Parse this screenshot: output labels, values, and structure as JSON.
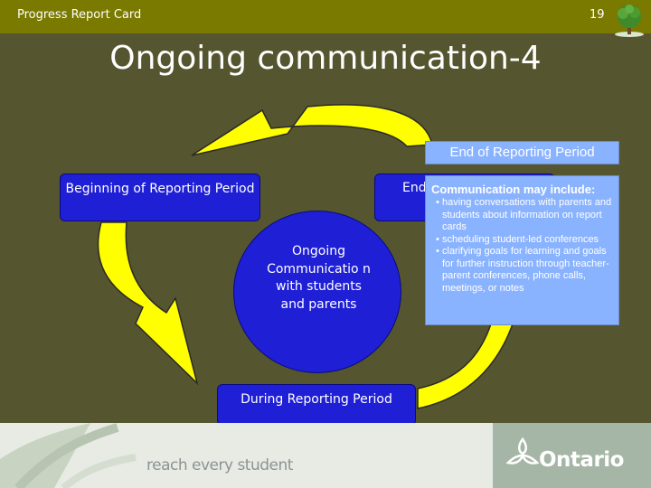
{
  "header": {
    "title": "Progress Report Card",
    "page_number": "19"
  },
  "slide": {
    "title": "Ongoing communication-4"
  },
  "cycle": {
    "begin_label": "Beginning of Reporting Period",
    "end_label": "End",
    "during_label": "During Reporting Period",
    "center_label": "Ongoing Communicatio n with students and parents"
  },
  "info_panel": {
    "header": "End of Reporting Period",
    "heading": "Communication may include:",
    "bullets": [
      "having conversations with parents and students about information on report cards",
      "scheduling student-led conferences",
      "clarifying goals for learning and goals for further instruction through teacher-parent conferences, phone calls, meetings, or notes"
    ]
  },
  "footer": {
    "slogan": "reach every student",
    "brand": "Ontario"
  },
  "colors": {
    "header_bg": "#7a7a00",
    "slide_bg": "#55552f",
    "box_blue": "#1f1fd6",
    "arrow_yellow": "#ffff00",
    "info_bg": "#8ab3ff"
  },
  "icons": {
    "logo": "tree-icon",
    "brand_logo": "trillium-icon"
  }
}
